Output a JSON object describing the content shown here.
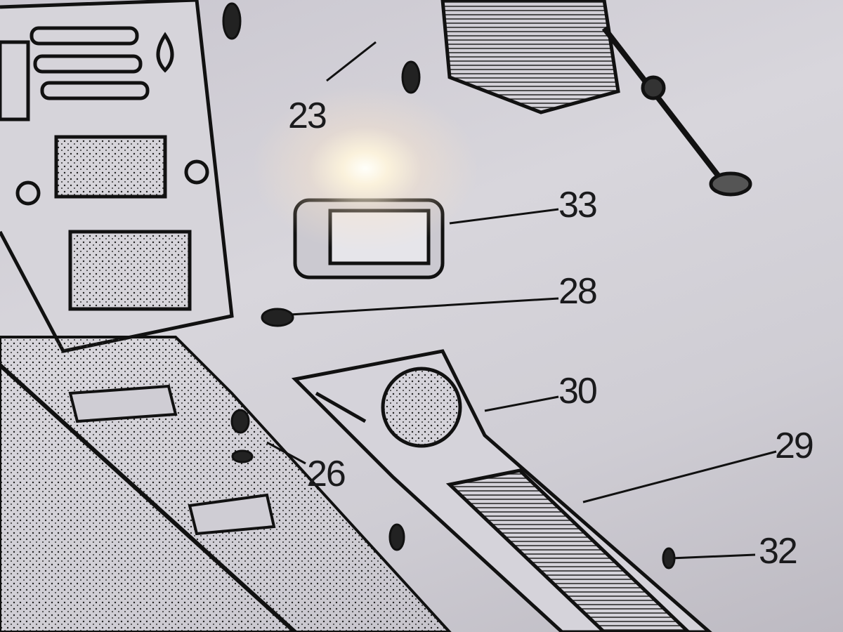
{
  "diagram": {
    "part_labels": [
      {
        "id": "23",
        "text": "23"
      },
      {
        "id": "33",
        "text": "33"
      },
      {
        "id": "28",
        "text": "28"
      },
      {
        "id": "30",
        "text": "30"
      },
      {
        "id": "29",
        "text": "29"
      },
      {
        "id": "26",
        "text": "26"
      },
      {
        "id": "32",
        "text": "32"
      }
    ],
    "colors": {
      "ink": "#1a1a1c",
      "paper": "#d3d1d8",
      "flare": "#fff6e0"
    }
  }
}
